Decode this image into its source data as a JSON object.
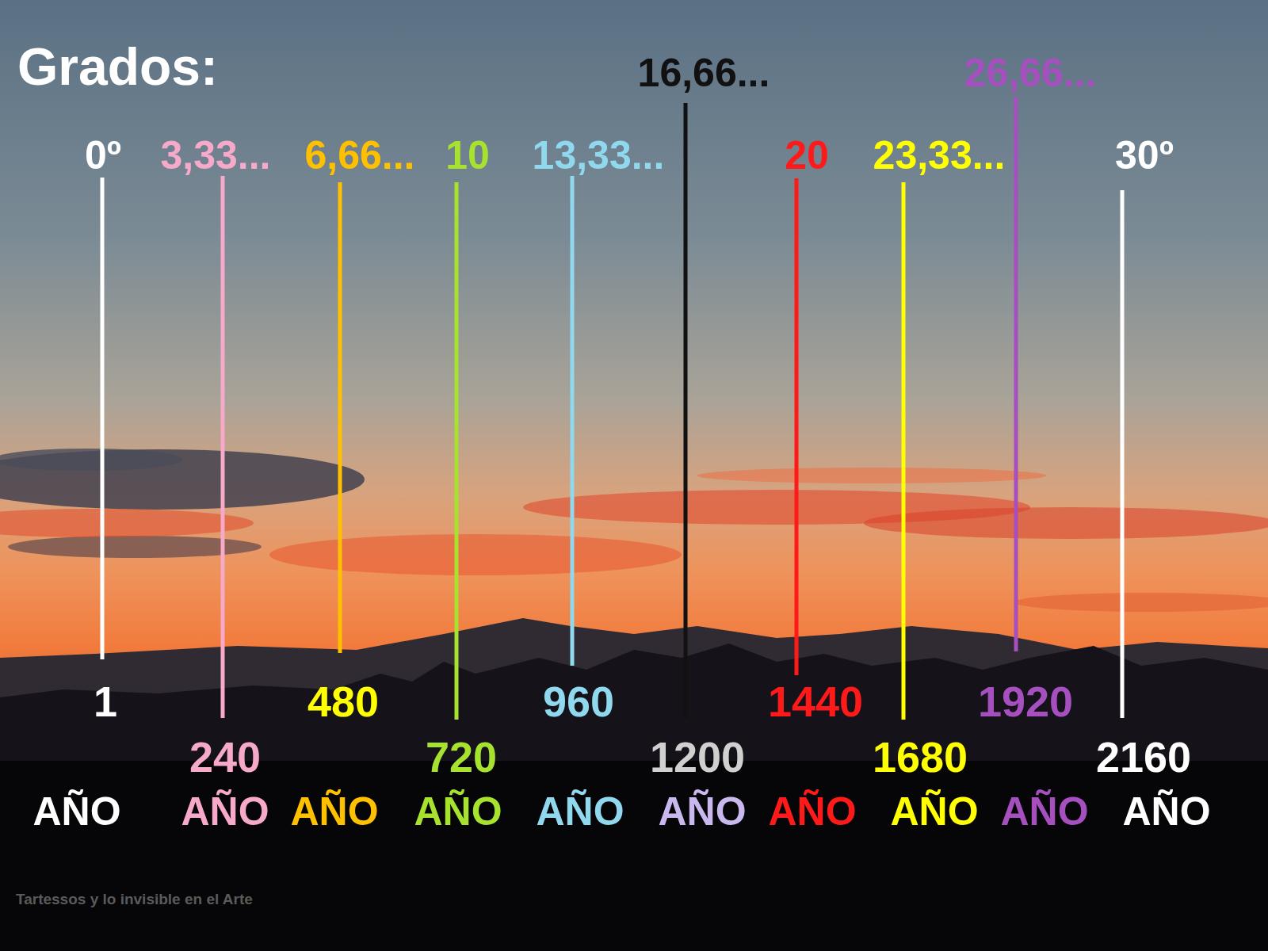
{
  "diagram": {
    "title": "Grados:",
    "labels": [
      "16,66...",
      "26,66...",
      "0º",
      "3,33...",
      "6,66...",
      "10",
      "13,33...",
      "20",
      "23,33...",
      "30º",
      "1",
      "480",
      "960",
      "1440",
      "1920",
      "240",
      "720",
      "1200",
      "1680",
      "2160",
      "AÑO",
      "AÑO",
      "AÑO",
      "AÑO",
      "AÑO",
      "AÑO",
      "AÑO",
      "AÑO",
      "AÑO",
      "AÑO",
      "Tartessos y lo invisible en el Arte"
    ]
  }
}
